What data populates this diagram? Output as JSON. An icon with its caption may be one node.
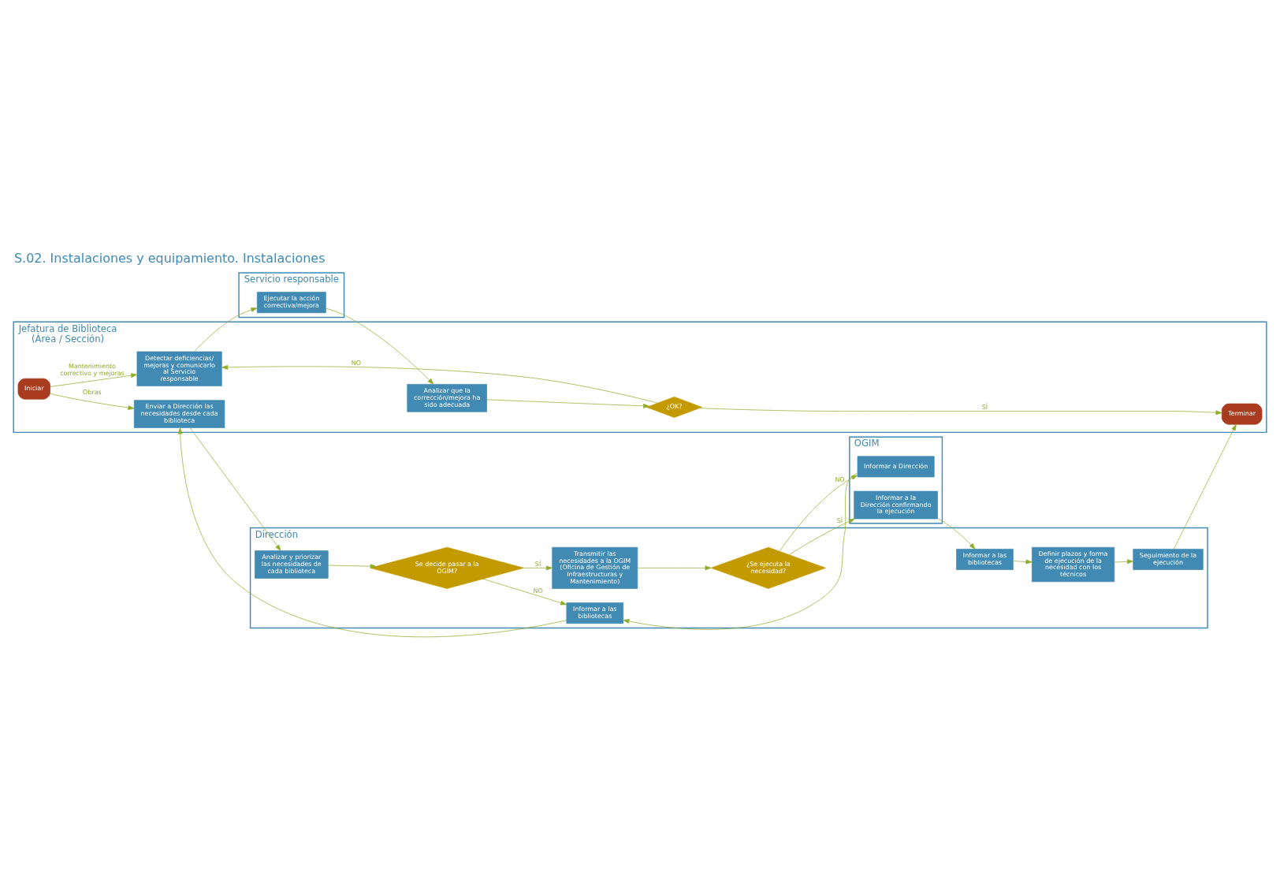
{
  "diagram": {
    "title": "S.02. Instalaciones y equipamiento. Instalaciones",
    "nodes": [
      {
        "text": [
          "OGIM"
        ]
      },
      {
        "text": [
          "Informar a Dirección"
        ],
        "in": 0
      },
      {
        "text": [
          "Informar a la Dirección confirmando la ejecución"
        ],
        "in": 0
      },
      {
        "text": [
          "Dirección"
        ]
      },
      {
        "text": [
          "Informar a las bibliotecas"
        ],
        "in": 3
      },
      {
        "text": [
          "Analizar y priorizar las necesidades de cada biblioteca"
        ],
        "in": 3
      },
      {
        "text": [
          "Se decide pasar a la OGIM?"
        ],
        "in": 3
      },
      {
        "text": [
          "Transmitir las necesidades a la OGIM (Oficina de Gestión de Infraestructuras y Mantenimiento)"
        ],
        "in": 3
      },
      {
        "text": [
          "¿Se ejecuta la necesidad?"
        ],
        "in": 3
      },
      {
        "text": [
          "Informar a las bibliotecas"
        ],
        "in": 3
      },
      {
        "text": [
          "Definir plazos y forma de ejecución de la necesidad con los técnicos"
        ],
        "in": 3
      },
      {
        "text": [
          "Seguimiento de la ejecución"
        ],
        "in": 3
      },
      {
        "text": [
          "Jefatura de Biblioteca (Área / Sección)"
        ]
      },
      {
        "text": [
          "Iniciar"
        ],
        "in": 12
      },
      {
        "text": [
          "Enviar a Dirección las necesidades desde cada biblioteca"
        ],
        "in": 12
      },
      {
        "text": [
          "Detectar deficiencias/ mejoras y comunicarlo al Servicio responsable"
        ],
        "in": 12
      },
      {
        "text": [
          "Analizar que la corrección/mejora ha sido adecuada"
        ],
        "in": 12
      },
      {
        "text": [
          "¿OK?"
        ],
        "in": 12
      },
      {
        "text": [
          "Terminar"
        ],
        "in": 12
      },
      {
        "text": [
          "Servicio responsable"
        ]
      },
      {
        "text": [
          "Ejecutar la acción correctiva/mejora"
        ],
        "in": 19
      }
    ],
    "edges": [
      {
        "from": 13,
        "to": 14,
        "arrow": "to",
        "label": "Obras"
      },
      {
        "from": 13,
        "to": 15,
        "arrow": "to",
        "label": "Mantenimiento correctivo y mejoras"
      },
      {
        "from": 14,
        "to": 5,
        "arrow": "to"
      },
      {
        "from": 5,
        "to": 6,
        "arrow": "to"
      },
      {
        "from": 6,
        "to": 4,
        "arrow": "to",
        "label": "NO"
      },
      {
        "from": 6,
        "to": 7,
        "arrow": "to",
        "label": "SÍ"
      },
      {
        "from": 4,
        "to": 14,
        "arrow": "to"
      },
      {
        "from": 7,
        "to": 8,
        "arrow": "to"
      },
      {
        "from": 8,
        "to": 1,
        "arrow": "to",
        "label": "NO"
      },
      {
        "from": 8,
        "to": 2,
        "arrow": "to",
        "label": "SÍ"
      },
      {
        "from": 1,
        "to": 4,
        "arrow": "to"
      },
      {
        "from": 2,
        "to": 9,
        "arrow": "to"
      },
      {
        "from": 9,
        "to": 10,
        "arrow": "to"
      },
      {
        "from": 10,
        "to": 11,
        "arrow": "to"
      },
      {
        "from": 11,
        "to": 18,
        "arrow": "to"
      },
      {
        "from": 15,
        "to": 20,
        "arrow": "to"
      },
      {
        "from": 20,
        "to": 16,
        "arrow": "to"
      },
      {
        "from": 16,
        "to": 17,
        "arrow": "to"
      },
      {
        "from": 17,
        "to": 18,
        "arrow": "to",
        "label": "SÍ"
      },
      {
        "from": 17,
        "to": 15,
        "arrow": "to",
        "label": "NO"
      }
    ]
  }
}
